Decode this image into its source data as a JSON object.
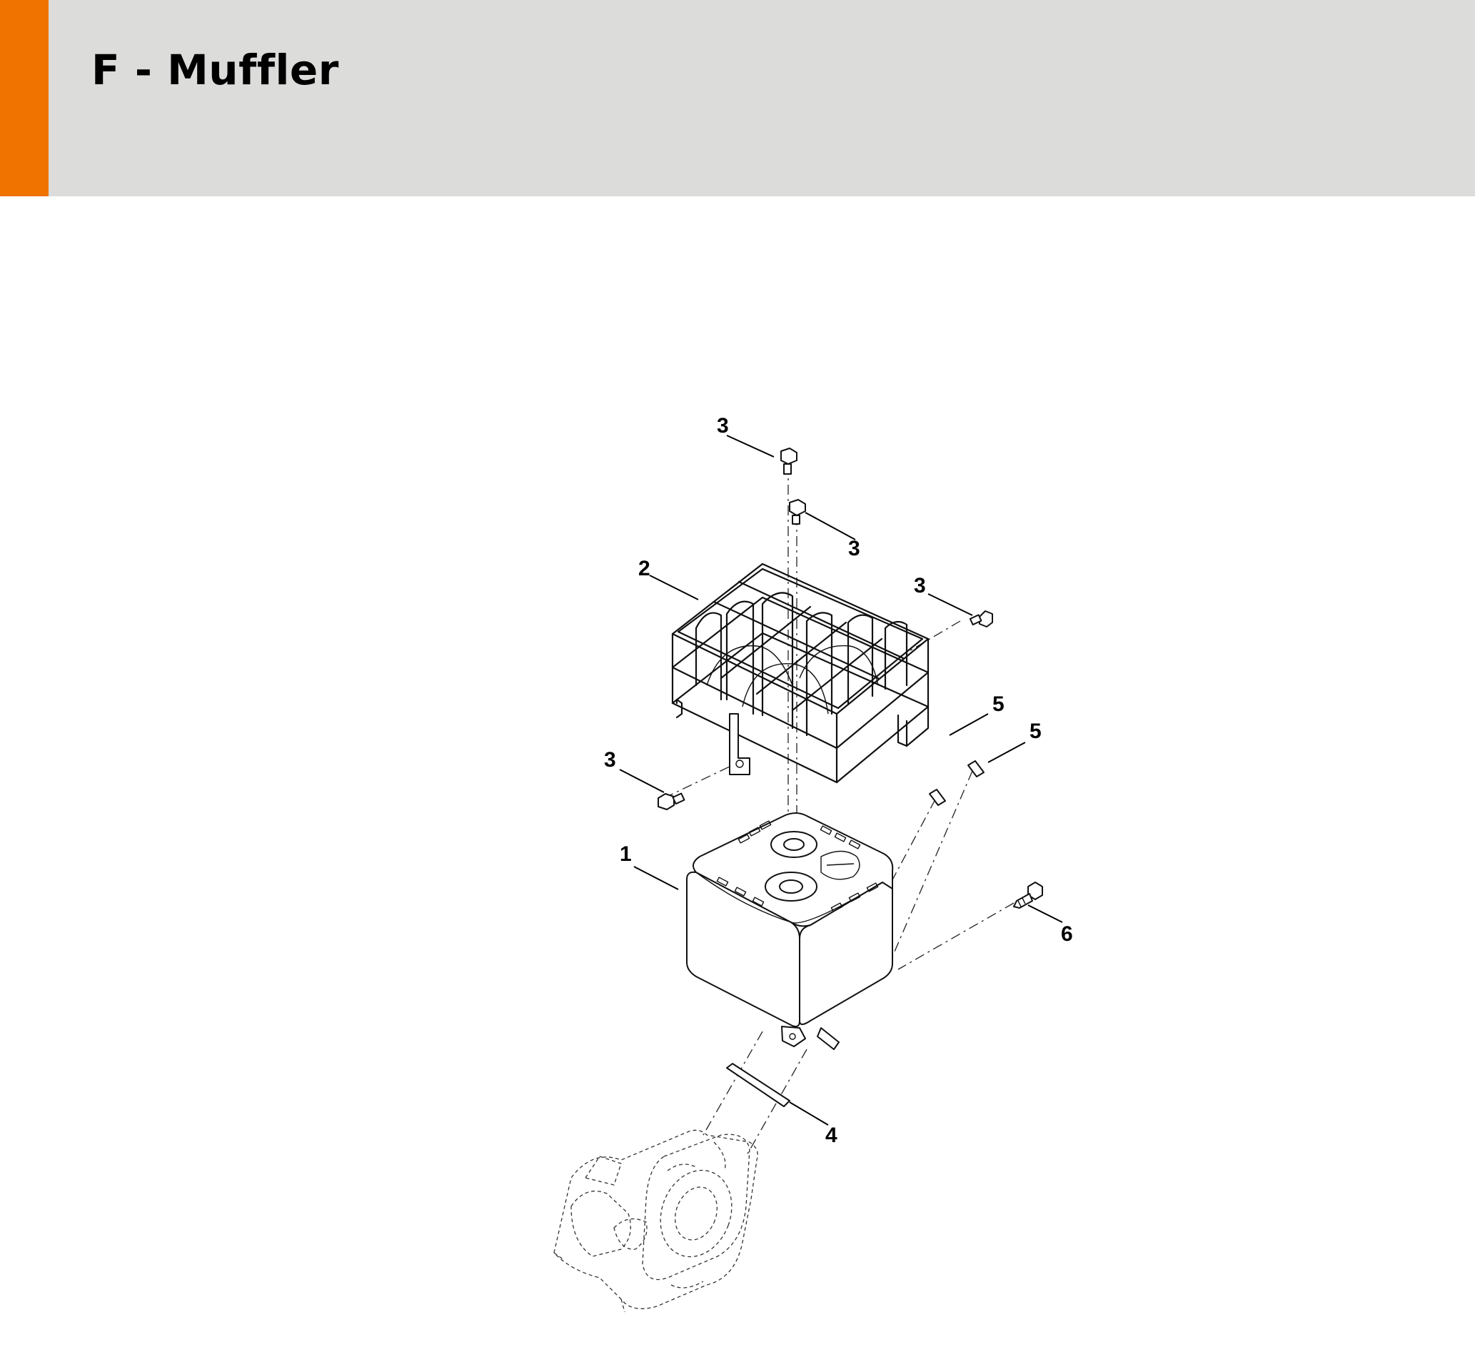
{
  "header": {
    "title": "F - Muffler",
    "accent_color": "#f07300",
    "background_color": "#dcdcdb"
  },
  "diagram": {
    "callouts": [
      {
        "id": "c1",
        "label": "3"
      },
      {
        "id": "c2",
        "label": "3"
      },
      {
        "id": "c3",
        "label": "2"
      },
      {
        "id": "c4",
        "label": "3"
      },
      {
        "id": "c5",
        "label": "5"
      },
      {
        "id": "c6",
        "label": "5"
      },
      {
        "id": "c7",
        "label": "3"
      },
      {
        "id": "c8",
        "label": "1"
      },
      {
        "id": "c9",
        "label": "6"
      },
      {
        "id": "c10",
        "label": "4"
      }
    ]
  }
}
